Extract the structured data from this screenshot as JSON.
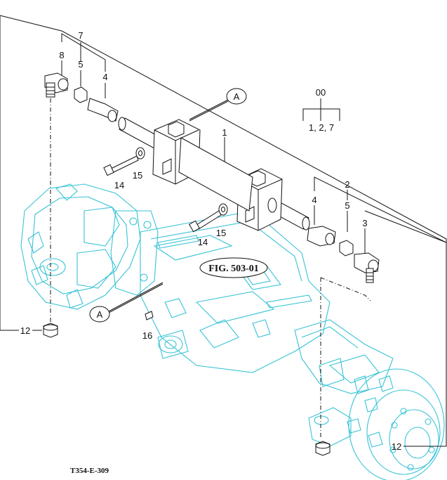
{
  "diagram": {
    "assembly_code": "00",
    "assembly_items": "1,  2,  7",
    "reference_figure": "FIG. 503-01",
    "detail_marker": "A",
    "drawing_number": "T354-E-309",
    "callouts": {
      "c1": "1",
      "c2": "2",
      "c3": "3",
      "c4_left": "4",
      "c4_right": "4",
      "c5_left": "5",
      "c5_right": "5",
      "c7": "7",
      "c8": "8",
      "c12_left": "12",
      "c12_right": "12",
      "c14_upper": "14",
      "c14_lower": "14",
      "c15_upper": "15",
      "c15_lower": "15",
      "c16": "16"
    },
    "colors": {
      "line_art": "#111111",
      "axle_housing": "#37c3d6"
    }
  }
}
